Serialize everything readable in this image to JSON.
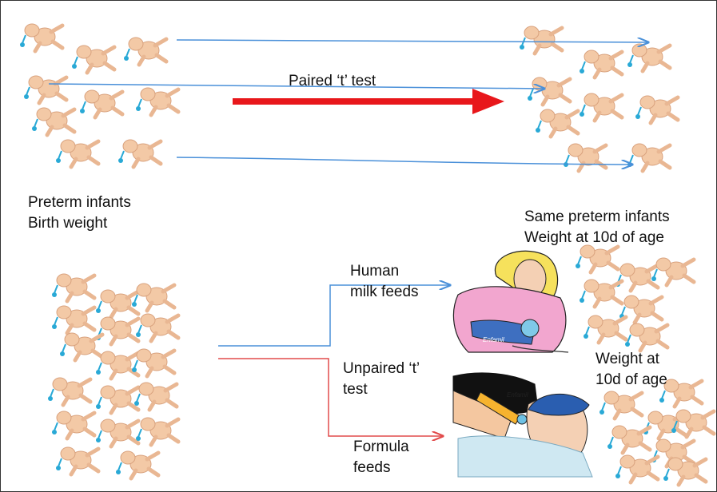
{
  "labels": {
    "paired_test": "Paired ‘t’ test",
    "preterm_line1": "Preterm infants",
    "preterm_line2": "Birth weight",
    "same_line1": "Same preterm infants",
    "same_line2": "Weight at 10d of age",
    "human_line1": "Human",
    "human_line2": "milk feeds",
    "unpaired_line1": "Unpaired ‘t’",
    "unpaired_line2": "test",
    "weight_line1": "Weight at",
    "weight_line2": "10d of age",
    "formula_line1": "Formula",
    "formula_line2": "feeds",
    "formula_bottle_text": "Enfamil",
    "human_doll_text": "Enfamil"
  },
  "colors": {
    "blue_arrow": "#4a90d9",
    "red_arrow": "#e8171b",
    "red_line": "#e24b4b",
    "skin": "#f3c9a6",
    "skin_dark": "#d9a27e",
    "pacifier": "#29a9d6"
  },
  "icons": [
    "infant-icon",
    "breastfeeding-mother-icon",
    "bottle-feeding-icon"
  ]
}
